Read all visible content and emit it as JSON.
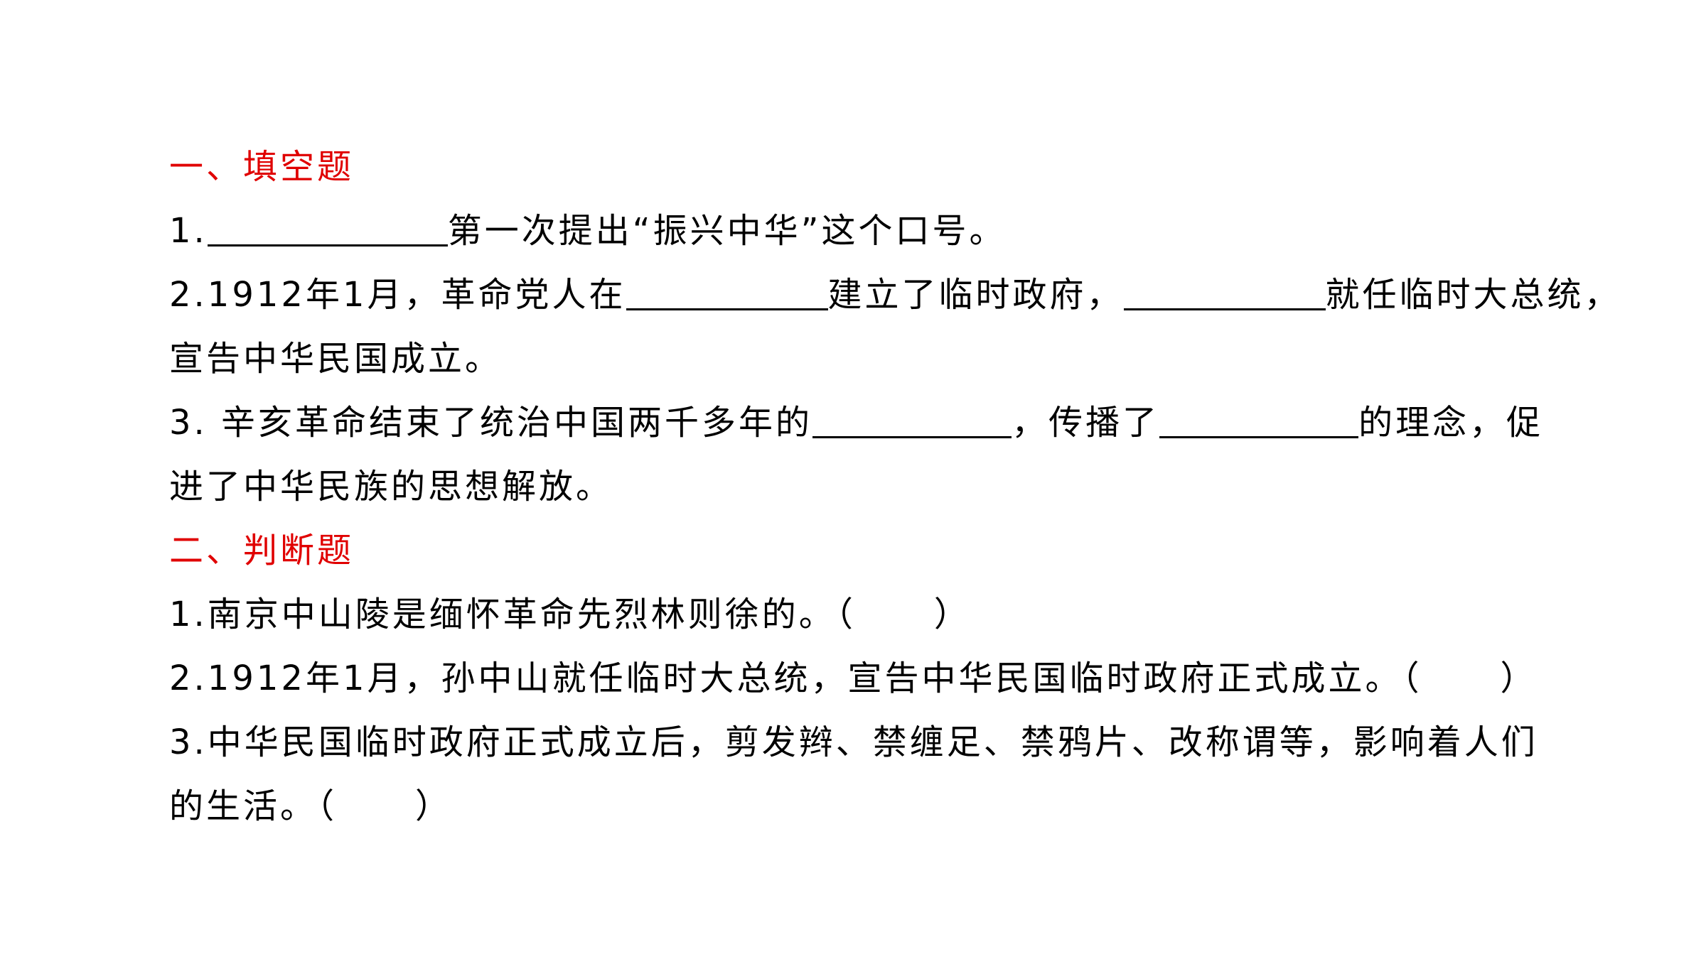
{
  "section1": {
    "heading": "一、填空题",
    "q1": {
      "prefix": "1.",
      "suffix": "第一次提出“振兴中华”这个口号。"
    },
    "q2": {
      "prefix": "2.1912年1月，革命党人在",
      "mid": "建立了临时政府，",
      "suffix": "就任临时大总统，",
      "line2": "宣告中华民国成立。"
    },
    "q3": {
      "prefix": "3. 辛亥革命结束了统治中国两千多年的",
      "mid": "，传播了",
      "suffix": "的理念，促",
      "line2": "进了中华民族的思想解放。"
    }
  },
  "section2": {
    "heading": "二、判断题",
    "q1": {
      "text": "1.南京中山陵是缅怀革命先烈林则徐的。",
      "paren_open": "（",
      "paren_close": "）"
    },
    "q2": {
      "text": "2.1912年1月，孙中山就任临时大总统，宣告中华民国临时政府正式成立。",
      "paren_open": "（",
      "paren_close": "）"
    },
    "q3": {
      "line1": "3.中华民国临时政府正式成立后，剪发辫、禁缠足、禁鸦片、改称谓等，影响着人们",
      "line2": "的生活。",
      "paren_open": "（",
      "paren_close": "）"
    }
  }
}
